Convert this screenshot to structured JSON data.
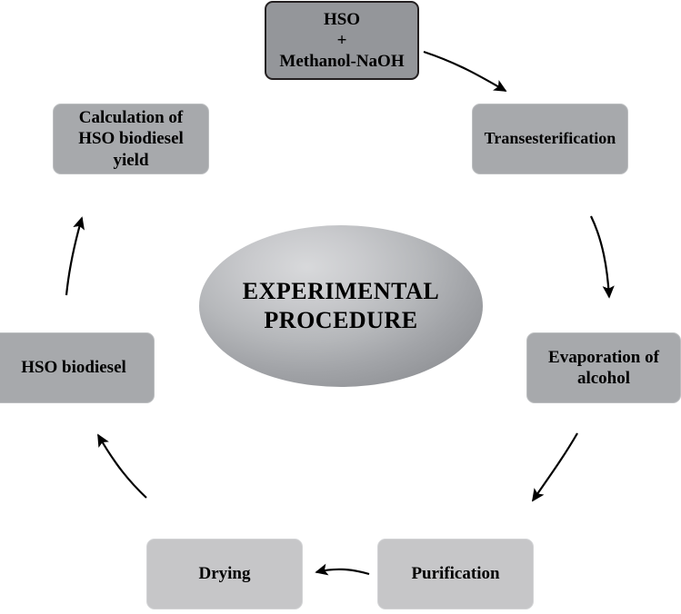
{
  "diagram": {
    "title": "EXPERIMENTAL\nPROCEDURE",
    "center": {
      "label": "EXPERIMENTAL\nPROCEDURE",
      "shape": "ellipse",
      "fill_light": "#d8d9db",
      "fill_dark": "#8e9094"
    },
    "colors": {
      "node_dark_fill": "#94969a",
      "node_mid_fill": "#a7a9ac",
      "node_light_fill": "#c6c6c8",
      "node_border_dark": "#231f20",
      "text": "#000000",
      "arrow": "#000000",
      "background": "#ffffff"
    },
    "nodes": [
      {
        "id": "feedstock",
        "label": "HSO\n+\nMethanol-NaOH",
        "order": 1
      },
      {
        "id": "transesterification",
        "label": "Transesterification",
        "order": 2
      },
      {
        "id": "evaporation",
        "label": "Evaporation of\nalcohol",
        "order": 3
      },
      {
        "id": "purification",
        "label": "Purification",
        "order": 4
      },
      {
        "id": "drying",
        "label": "Drying",
        "order": 5
      },
      {
        "id": "hso_biodiesel",
        "label": "HSO biodiesel",
        "order": 6
      },
      {
        "id": "calculation",
        "label": "Calculation of\nHSO biodiesel\nyield",
        "order": 7
      }
    ],
    "arrows": [
      {
        "id": "arrow-feedstock-to-transesterification",
        "from": "feedstock",
        "to": "transesterification"
      },
      {
        "id": "arrow-transesterification-to-evaporation",
        "from": "transesterification",
        "to": "evaporation"
      },
      {
        "id": "arrow-evaporation-to-purification",
        "from": "evaporation",
        "to": "purification"
      },
      {
        "id": "arrow-purification-to-drying",
        "from": "purification",
        "to": "drying"
      },
      {
        "id": "arrow-drying-to-hso-biodiesel",
        "from": "drying",
        "to": "hso_biodiesel"
      },
      {
        "id": "arrow-hso-biodiesel-to-calculation",
        "from": "hso_biodiesel",
        "to": "calculation"
      }
    ]
  }
}
